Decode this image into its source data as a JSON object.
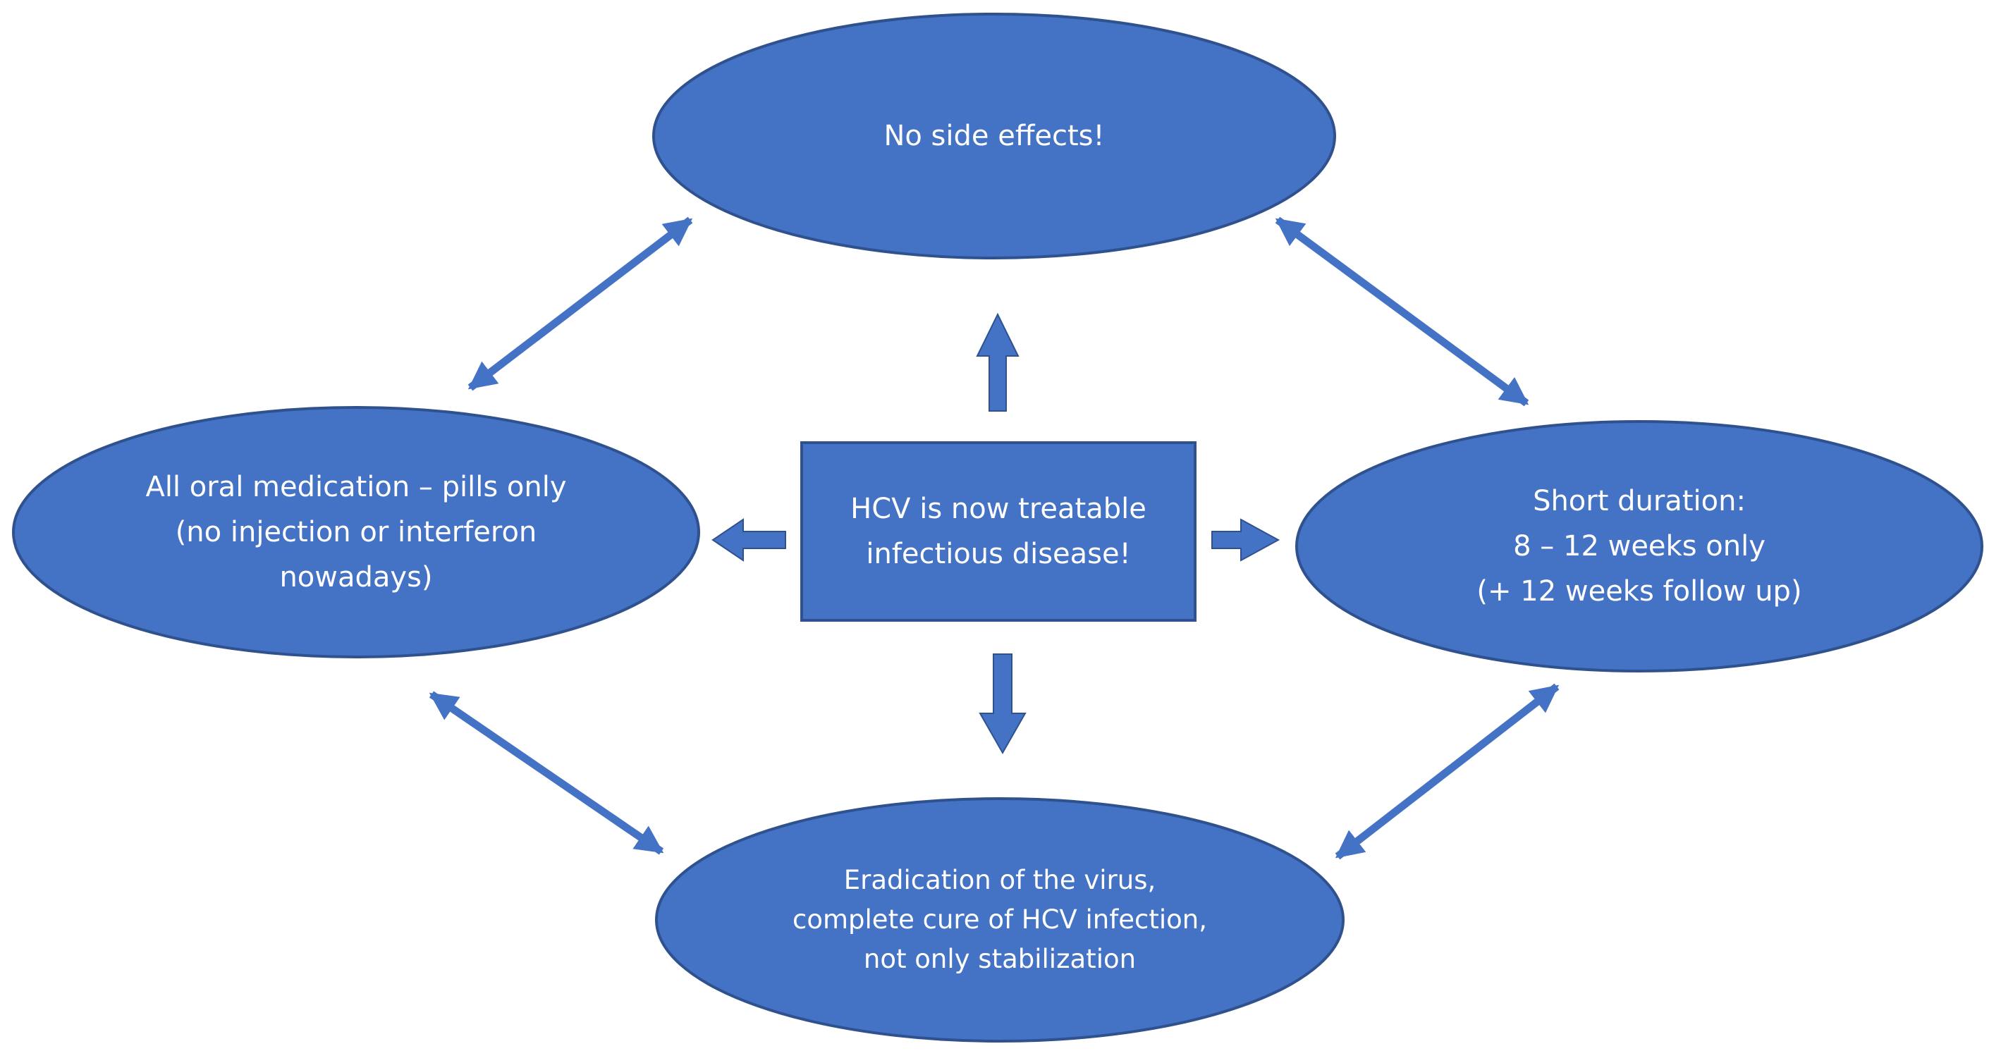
{
  "colors": {
    "shape_fill": "#4472C4",
    "shape_stroke": "#2F528F",
    "text": "#FFFFFF",
    "background": "#FFFFFF"
  },
  "nodes": {
    "center": {
      "lines": [
        "HCV is now treatable",
        "infectious disease!"
      ]
    },
    "top": {
      "lines": [
        "No side effects!"
      ]
    },
    "left": {
      "lines": [
        "All oral medication – pills only",
        "(no injection or interferon",
        "nowadays)"
      ]
    },
    "right": {
      "lines": [
        "Short duration:",
        "8 – 12 weeks only",
        "(+ 12 weeks follow up)"
      ]
    },
    "bottom": {
      "lines": [
        "Eradication of the virus,",
        "complete cure of HCV infection,",
        "not only stabilization"
      ]
    }
  }
}
